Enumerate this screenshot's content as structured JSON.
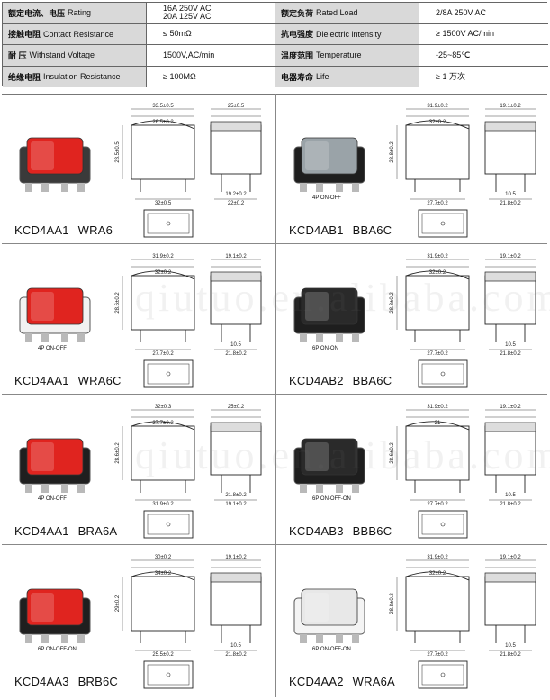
{
  "spec": {
    "rows": [
      {
        "l_zh": "额定电流、电压",
        "l_en": "Rating",
        "v1": "16A  250V AC",
        "v2": "20A  125V AC",
        "r_zh": "额定负荷",
        "r_en": "Rated Load",
        "rv": "2/8A 250V AC"
      },
      {
        "l_zh": "接触电阻",
        "l_en": "Contact Resistance",
        "v1": "≤ 50mΩ",
        "v2": "",
        "r_zh": "抗电强度",
        "r_en": "Dielectric intensity",
        "rv": "≥ 1500V AC/min"
      },
      {
        "l_zh": "耐    压",
        "l_en": "Withstand Voltage",
        "v1": "1500V,AC/min",
        "v2": "",
        "r_zh": "温度范围",
        "r_en": "Temperature",
        "rv": "-25~85℃"
      },
      {
        "l_zh": "绝缘电阻",
        "l_en": "Insulation Resistance",
        "v1": "≥ 100MΩ",
        "v2": "",
        "r_zh": "电器寿命",
        "r_en": "Life",
        "rv": "≥ 1 万次"
      }
    ]
  },
  "products": [
    {
      "code": "KCD4AA1",
      "model": "WRA6",
      "housing": "#3a3a3a",
      "rocker": "#e0241f",
      "circuit": "",
      "w1": "33.5±0.5",
      "w2": "32±0.5",
      "w3": "26.5±0.2",
      "s1": "25±0.5",
      "s2": "22±0.2",
      "s3": "19.2±0.2",
      "h": "28.5±0.5"
    },
    {
      "code": "KCD4AB1",
      "model": "BBA6C",
      "housing": "#1e1e1e",
      "rocker": "#9aa3a8",
      "circuit": "4P  ON-OFF",
      "w1": "31.9±0.2",
      "w2": "27.7±0.2",
      "w3": "32±0.2",
      "s1": "19.1±0.2",
      "s2": "21.8±0.2",
      "s3": "10.5",
      "h": "28.8±0.2"
    },
    {
      "code": "KCD4AA1",
      "model": "WRA6C",
      "housing": "#f2f2f2",
      "rocker": "#e0241f",
      "circuit": "4P  ON-OFF",
      "w1": "31.9±0.2",
      "w2": "27.7±0.2",
      "w3": "32±0.2",
      "s1": "19.1±0.2",
      "s2": "21.8±0.2",
      "s3": "10.5",
      "h": "28.6±0.2"
    },
    {
      "code": "KCD4AB2",
      "model": "BBA6C",
      "housing": "#1e1e1e",
      "rocker": "#2a2a2a",
      "circuit": "6P  ON-ON",
      "w1": "31.9±0.2",
      "w2": "27.7±0.2",
      "w3": "32±0.2",
      "s1": "19.1±0.2",
      "s2": "21.8±0.2",
      "s3": "10.5",
      "h": "28.8±0.2"
    },
    {
      "code": "KCD4AA1",
      "model": "BRA6A",
      "housing": "#1f1f1f",
      "rocker": "#e0241f",
      "circuit": "4P  ON-OFF",
      "w1": "32±0.3",
      "w2": "31.9±0.2",
      "w3": "27.7±0.2",
      "s1": "25±0.2",
      "s2": "19.1±0.2",
      "s3": "21.8±0.2",
      "h": "28.6±0.2"
    },
    {
      "code": "KCD4AB3",
      "model": "BBB6C",
      "housing": "#1e1e1e",
      "rocker": "#2a2a2a",
      "circuit": "6P  ON-OFF-ON",
      "w1": "31.9±0.2",
      "w2": "27.7±0.2",
      "w3": "21",
      "s1": "19.1±0.2",
      "s2": "21.8±0.2",
      "s3": "10.5",
      "h": "28.6±0.2"
    },
    {
      "code": "KCD4AA3",
      "model": "BRB6C",
      "housing": "#1f1f1f",
      "rocker": "#e0241f",
      "circuit": "6P  ON-OFF-ON",
      "w1": "30±0.2",
      "w2": "25.5±0.2",
      "w3": "34±0.2",
      "s1": "19.1±0.2",
      "s2": "21.8±0.2",
      "s3": "10.5",
      "h": "29±0.2"
    },
    {
      "code": "KCD4AA2",
      "model": "WRA6A",
      "housing": "#f4f4f4",
      "rocker": "#e8e8e8",
      "circuit": "6P  ON-OFF-ON",
      "w1": "31.9±0.2",
      "w2": "27.7±0.2",
      "w3": "32±0.2",
      "s1": "19.1±0.2",
      "s2": "21.8±0.2",
      "s3": "10.5",
      "h": "28.8±0.2"
    }
  ],
  "watermark": "qiutuo.en.alibaba.com"
}
